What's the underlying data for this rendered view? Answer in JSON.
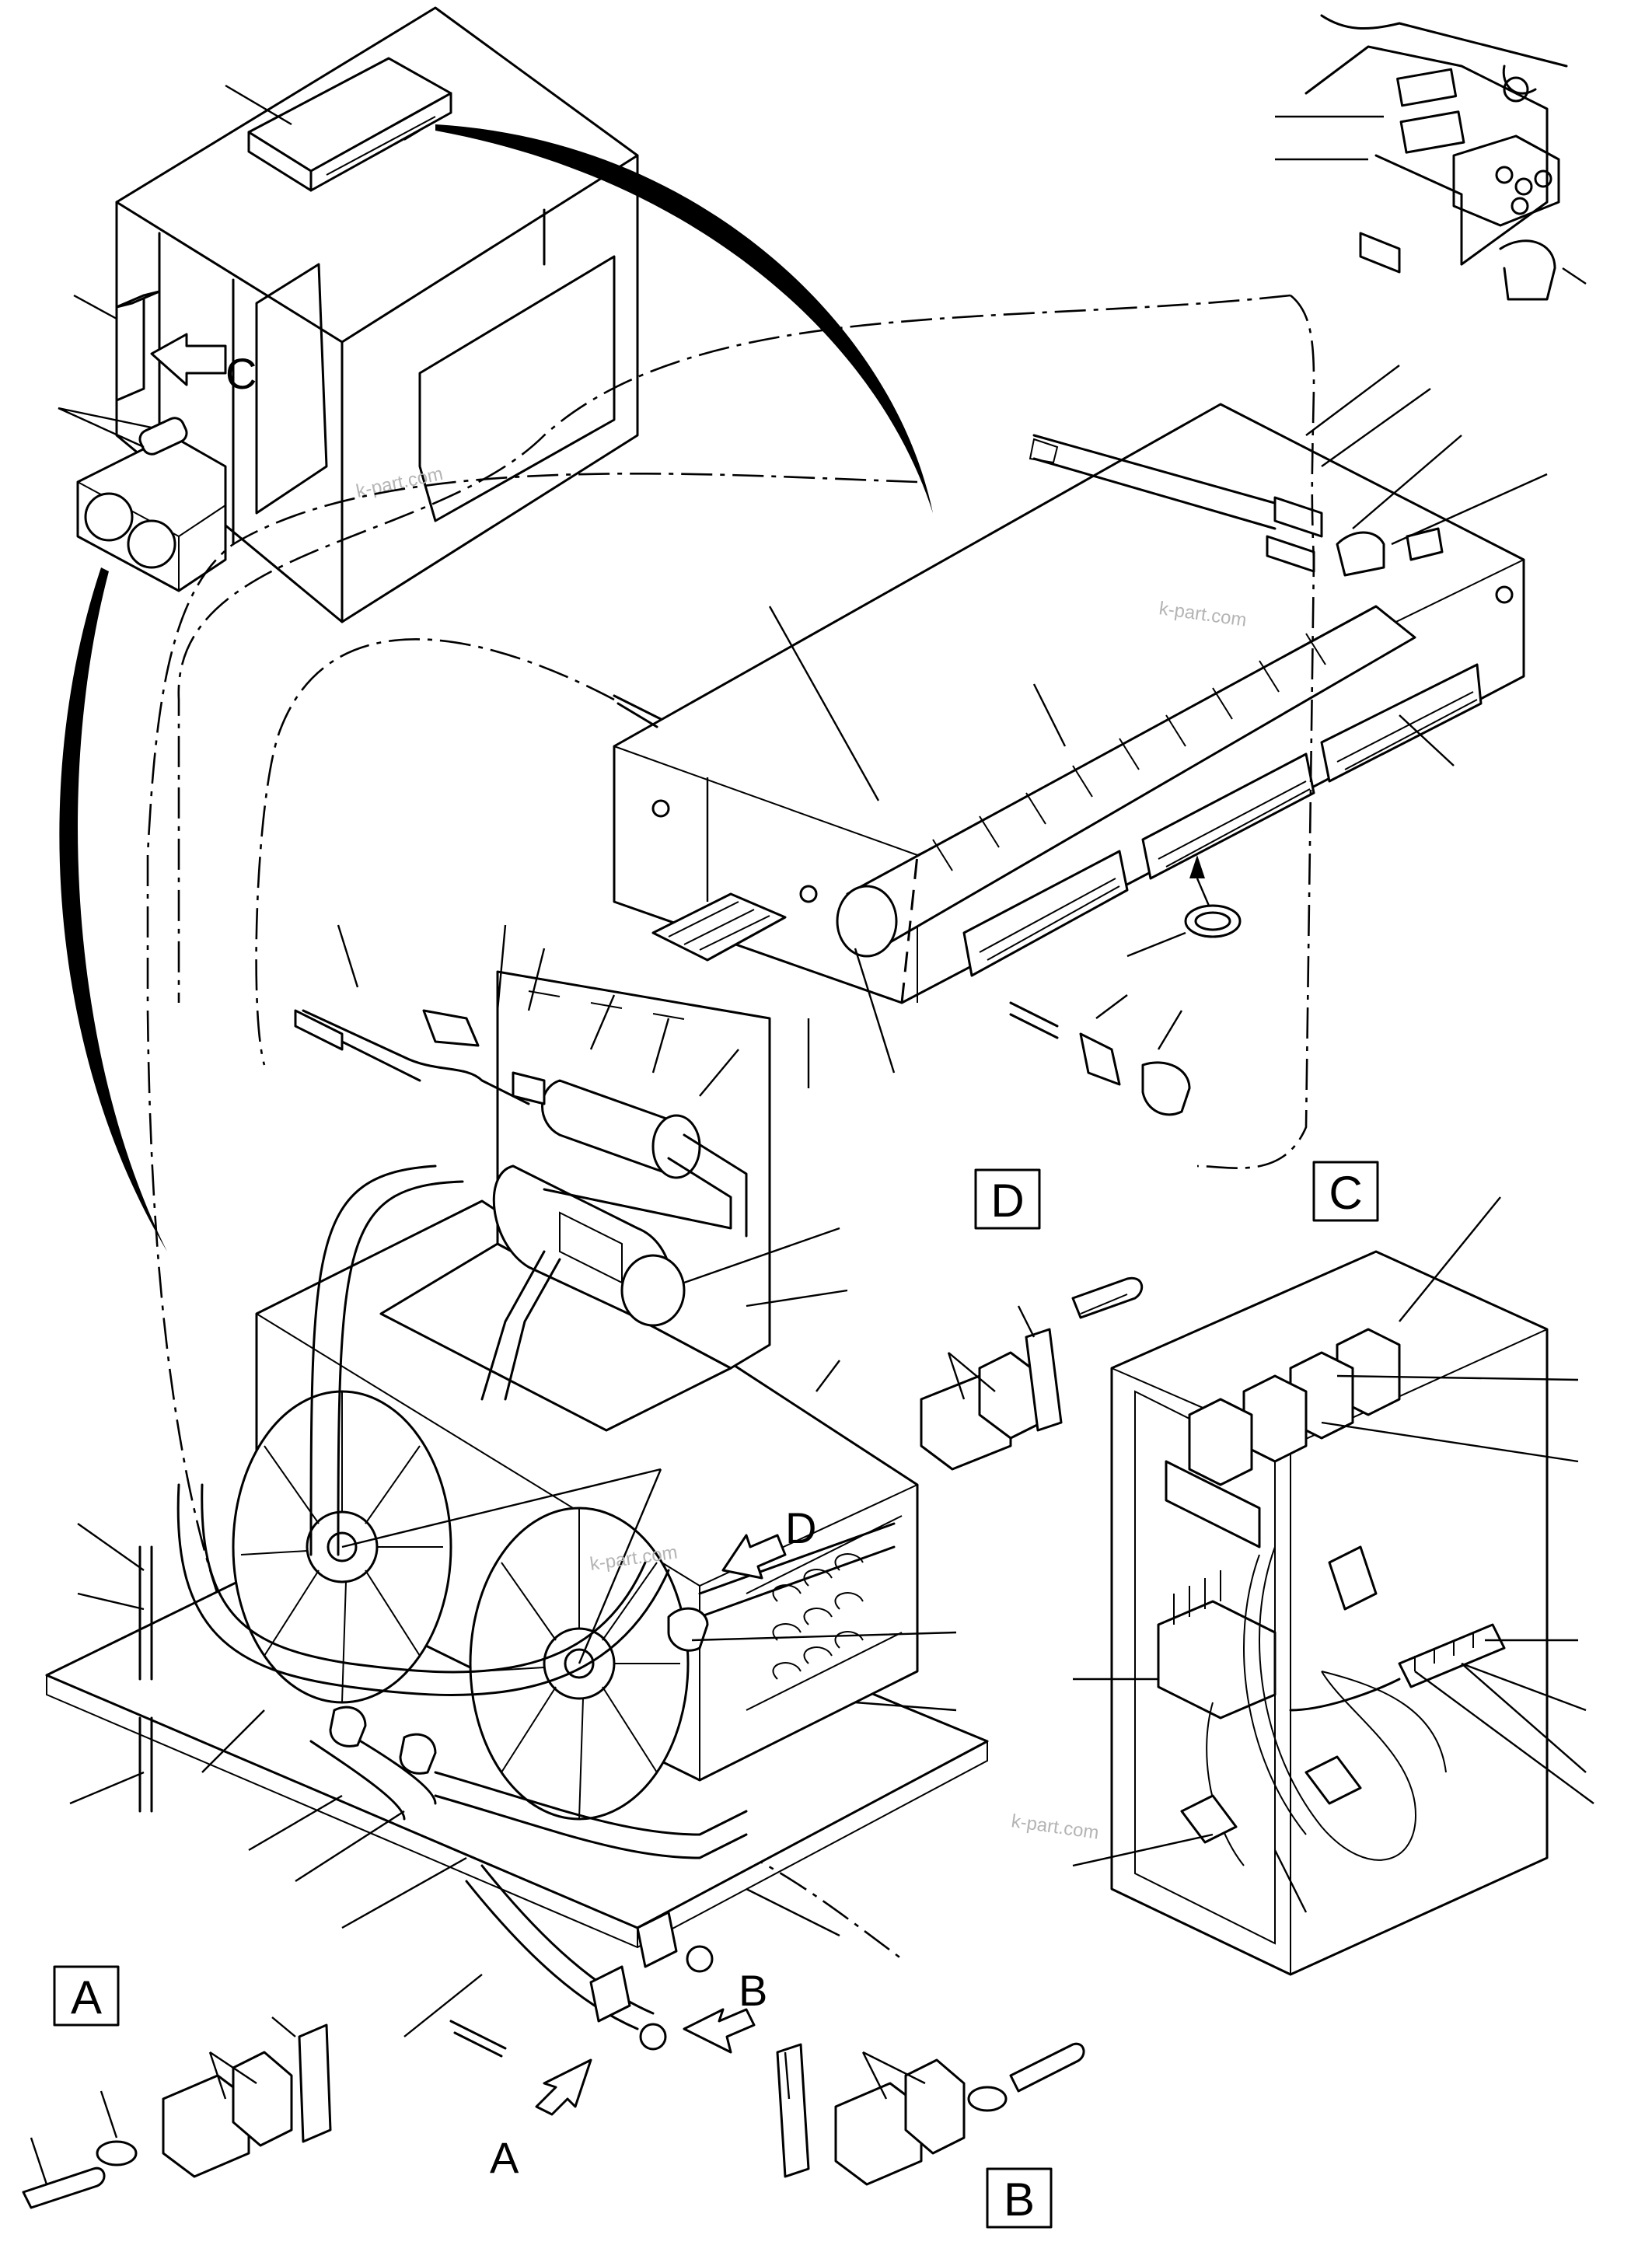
{
  "detail_views": {
    "A": "A",
    "B": "B",
    "C": "C",
    "D": "D"
  },
  "view_arrows": {
    "A": "A",
    "B": "B",
    "C": "C",
    "D": "D"
  },
  "watermark": "k-part.com"
}
